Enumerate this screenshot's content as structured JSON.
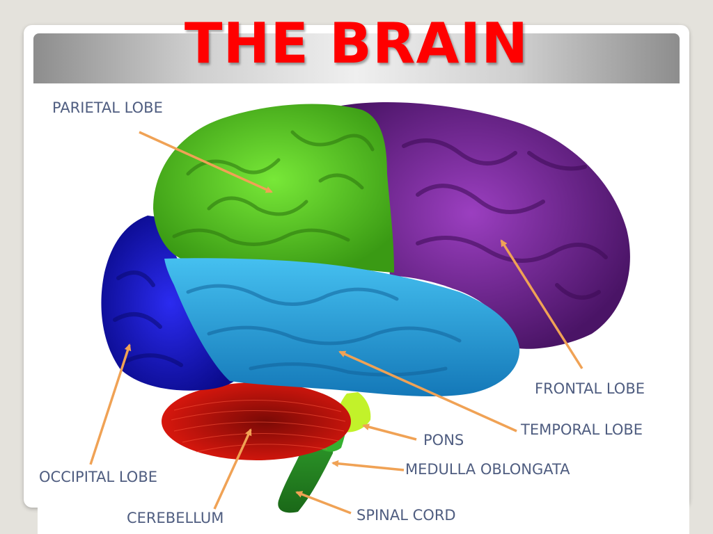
{
  "slide": {
    "title": "THE BRAIN"
  },
  "labels": {
    "parietal": "PARIETAL LOBE",
    "frontal": "FRONTAL LOBE",
    "temporal": "TEMPORAL LOBE",
    "pons": "PONS",
    "medulla": "MEDULLA OBLONGATA",
    "occipital": "OCCIPITAL LOBE",
    "cerebellum": "CEREBELLUM",
    "spinal": "SPINAL CORD"
  },
  "colors": {
    "title_text": "#ff0000",
    "label_text": "#4f5d80",
    "arrow": "#f0a255",
    "parietal": "#5fd22a",
    "frontal": "#7e2a9e",
    "temporal": "#2aa6e0",
    "occipital": "#1414c8",
    "cerebellum": "#d8140c",
    "pons": "#b8f020",
    "medulla": "#2fa82a"
  }
}
